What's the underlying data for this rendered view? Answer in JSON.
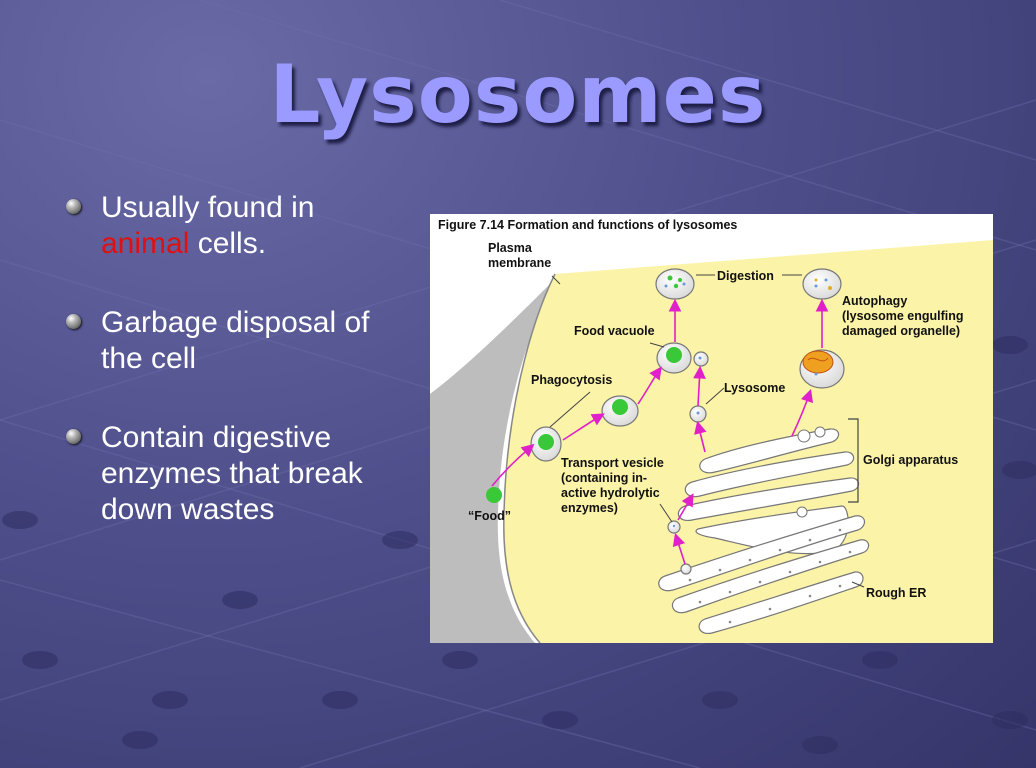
{
  "slide": {
    "title": "Lysosomes",
    "bullets": [
      {
        "parts": [
          "Usually found in ",
          "animal",
          " cells."
        ]
      },
      {
        "text": "Garbage disposal of the cell"
      },
      {
        "text": "Contain digestive enzymes that break down wastes"
      }
    ],
    "highlight_color": "#e01010"
  },
  "figure": {
    "caption": "Figure 7.14  Formation and functions of lysosomes",
    "labels": {
      "plasma_membrane_1": "Plasma",
      "plasma_membrane_2": "membrane",
      "digestion": "Digestion",
      "autophagy_1": "Autophagy",
      "autophagy_2": "(lysosome engulfing",
      "autophagy_3": "damaged organelle)",
      "food_vacuole": "Food vacuole",
      "phagocytosis": "Phagocytosis",
      "lysosome": "Lysosome",
      "golgi": "Golgi apparatus",
      "transport_1": "Transport vesicle",
      "transport_2": "(containing in-",
      "transport_3": "active hydrolytic",
      "transport_4": "enzymes)",
      "food": "“Food”",
      "rough_er": "Rough ER"
    },
    "colors": {
      "cytoplasm": "#fbf3a8",
      "arrow": "#e020c8",
      "food": "#38c838",
      "membrane_gray": "#bdbdbd"
    }
  }
}
